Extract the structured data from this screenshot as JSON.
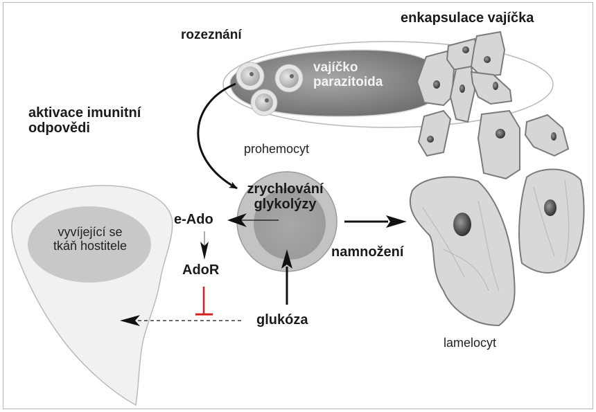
{
  "labels": {
    "recognition": "rozeznání",
    "egg_encapsulation": "enkapsulace vajíčka",
    "parasitoid_egg": [
      "vajíčko",
      "parazitoida"
    ],
    "immune_activation": [
      "aktivace imunitní",
      "odpovědi"
    ],
    "prohemocyte": "prohemocyt",
    "glycolysis_acceleration": [
      "zrychlování",
      "glykolýzy"
    ],
    "e_ado": "e-Ado",
    "ado_r": "AdoR",
    "glucose": "glukóza",
    "proliferation": "namnožení",
    "lamellocyte": "lamelocyt",
    "host_tissue": [
      "vyvíjející se",
      "tkáň hostitele"
    ]
  },
  "colors": {
    "inhibition": "#d42020",
    "arrow": "#111111",
    "cell_fill": "#d6d6d6",
    "cell_stroke": "#7a7a7a",
    "egg_fill": "#8c8c8c",
    "tissue_fill": "#f1f1f1",
    "tissue_core": "#c8c8c8"
  },
  "relations": [
    {
      "from": "parasitoid_egg",
      "to": "glycolysis_acceleration",
      "type": "activation"
    },
    {
      "from": "glycolysis_acceleration",
      "to": "e_ado",
      "type": "activation"
    },
    {
      "from": "e_ado",
      "to": "ado_r",
      "type": "activation"
    },
    {
      "from": "glucose",
      "to": "glycolysis_acceleration",
      "type": "activation"
    },
    {
      "from": "glucose",
      "to": "host_tissue",
      "type": "dashed-flow"
    },
    {
      "from": "ado_r",
      "to": "glucose-to-host_tissue",
      "type": "inhibition"
    },
    {
      "from": "prohemocyte",
      "to": "lamellocyte",
      "type": "proliferation"
    }
  ]
}
